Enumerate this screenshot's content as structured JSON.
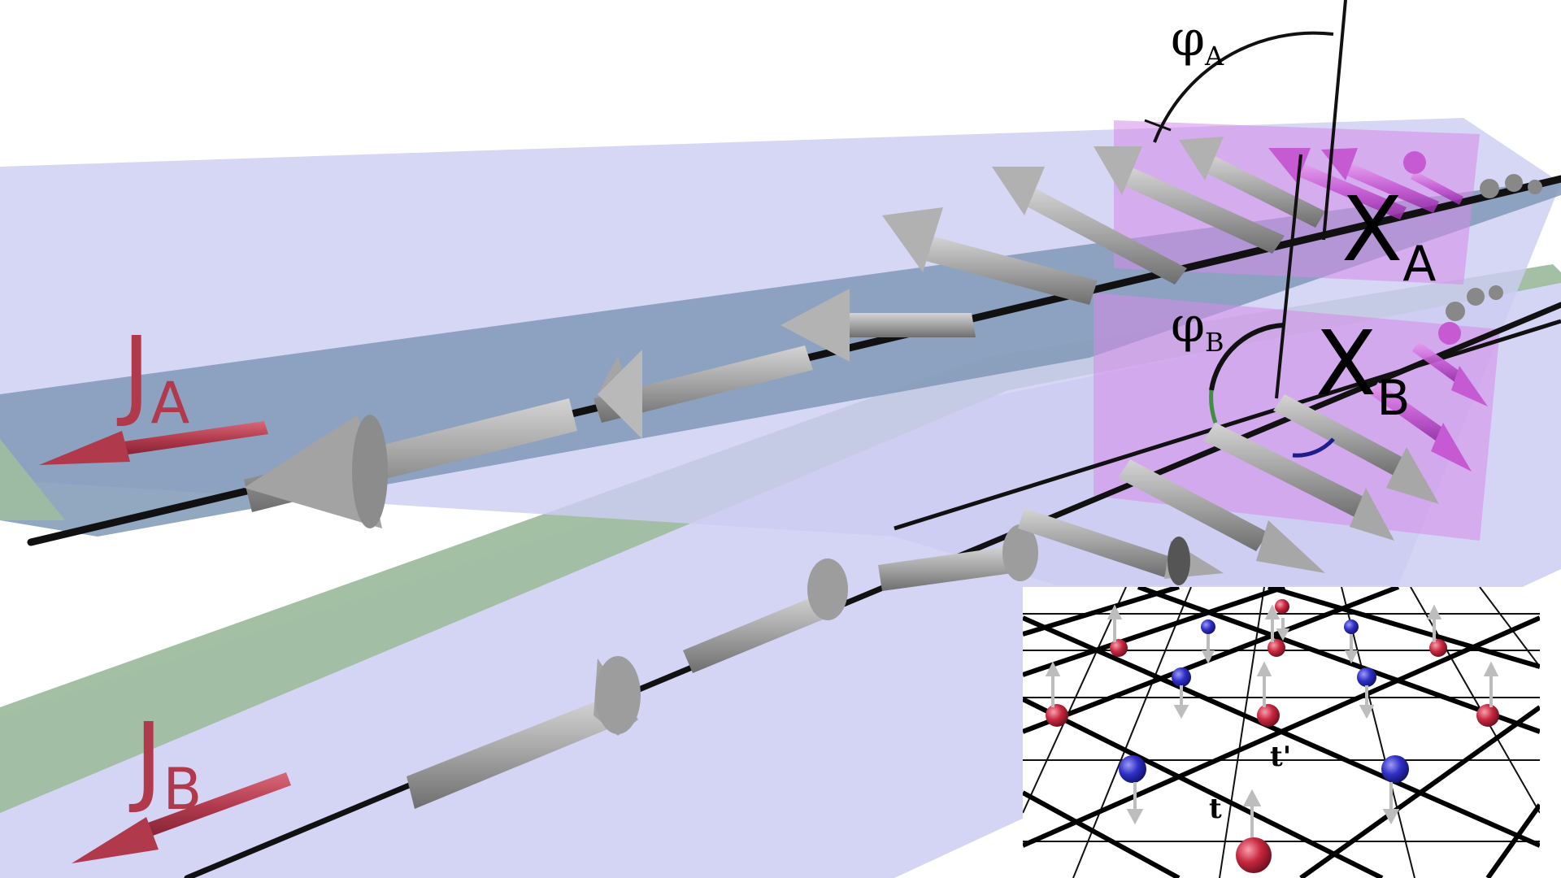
{
  "labels": {
    "current_a_letter": "J",
    "current_a_sub": "A",
    "current_b_letter": "J",
    "current_b_sub": "B",
    "chain_a_letter": "X",
    "chain_a_sub": "A",
    "chain_b_letter": "X",
    "chain_b_sub": "B",
    "angle_a_letter": "φ",
    "angle_a_sub": "A",
    "angle_b_letter": "φ",
    "angle_b_sub": "B",
    "hop_nn": "t",
    "hop_nnn": "t'"
  },
  "colors": {
    "plane_blue": "#c8c8f2",
    "plane_green": "#9fbd9f",
    "plane_purple": "#d68ae8",
    "current_arrow": "#b0394c",
    "spin_gray": "#9a9a9a",
    "spin_purple": "#c24fd0",
    "site_red": "#c8283f",
    "site_blue": "#3030c8",
    "line": "#000000"
  }
}
